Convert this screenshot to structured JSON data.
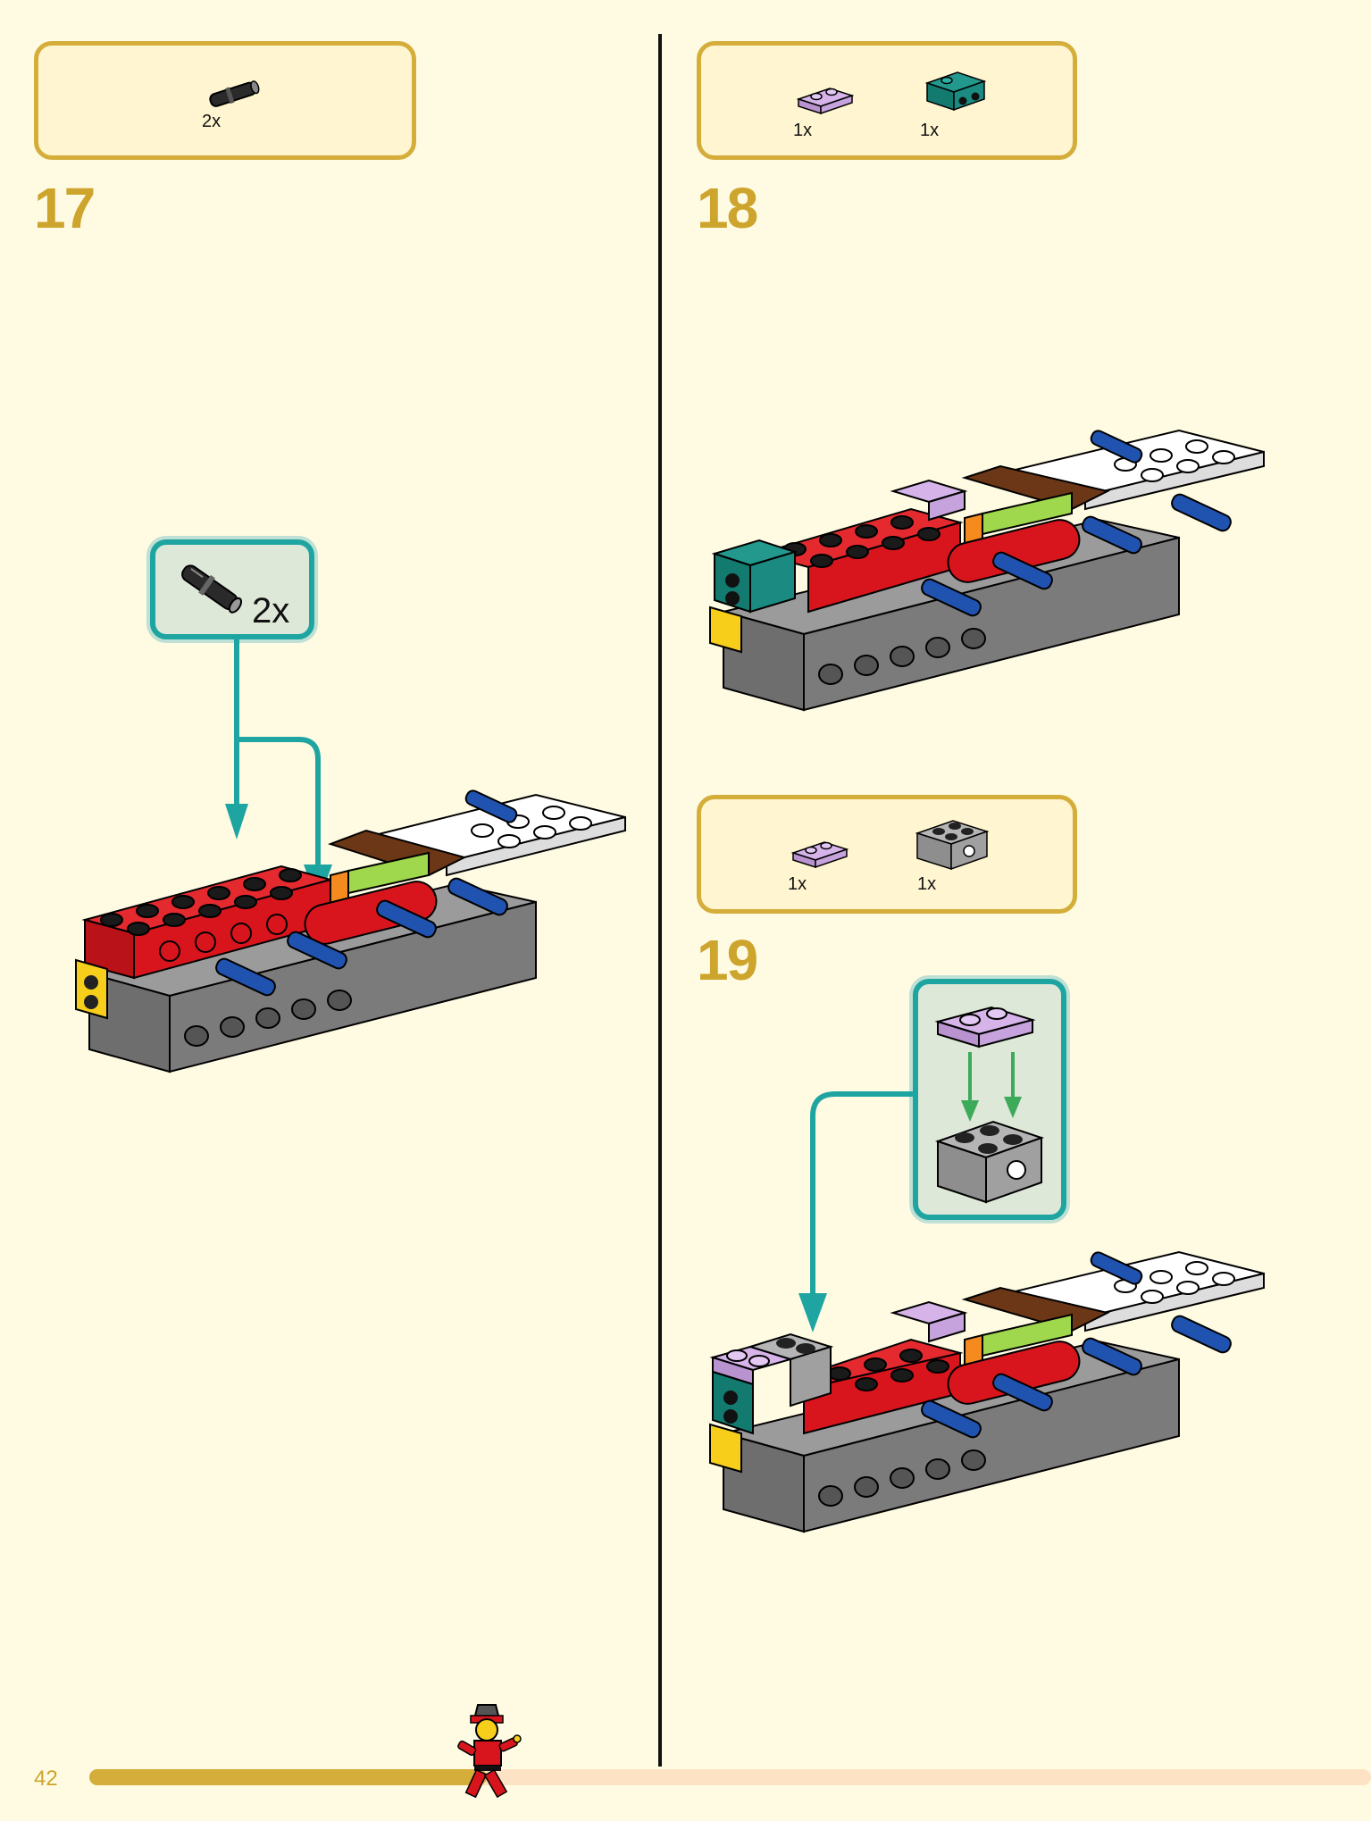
{
  "page": {
    "number": "42",
    "progress": 0.31
  },
  "steps": [
    {
      "number": "17",
      "parts": [
        {
          "qty": "2x",
          "icon": "black-friction-pin-icon"
        }
      ],
      "callout_qty": "2x"
    },
    {
      "number": "18",
      "parts": [
        {
          "qty": "1x",
          "icon": "lavender-plate-1x2-icon"
        },
        {
          "qty": "1x",
          "icon": "teal-bracket-icon"
        }
      ]
    },
    {
      "number": "19",
      "parts": [
        {
          "qty": "1x",
          "icon": "lavender-plate-1x2-icon"
        },
        {
          "qty": "1x",
          "icon": "gray-technic-brick-icon"
        }
      ]
    }
  ],
  "colors": {
    "background": "#fffbe3",
    "box_border": "#d4ad3a",
    "step_number": "#cda42c",
    "callout_border": "#1fa5a1",
    "arrow_teal": "#1fa5a1",
    "arrow_green": "#3daa5a",
    "brick_red": "#d8151d",
    "progress_track": "#fde3c4"
  }
}
